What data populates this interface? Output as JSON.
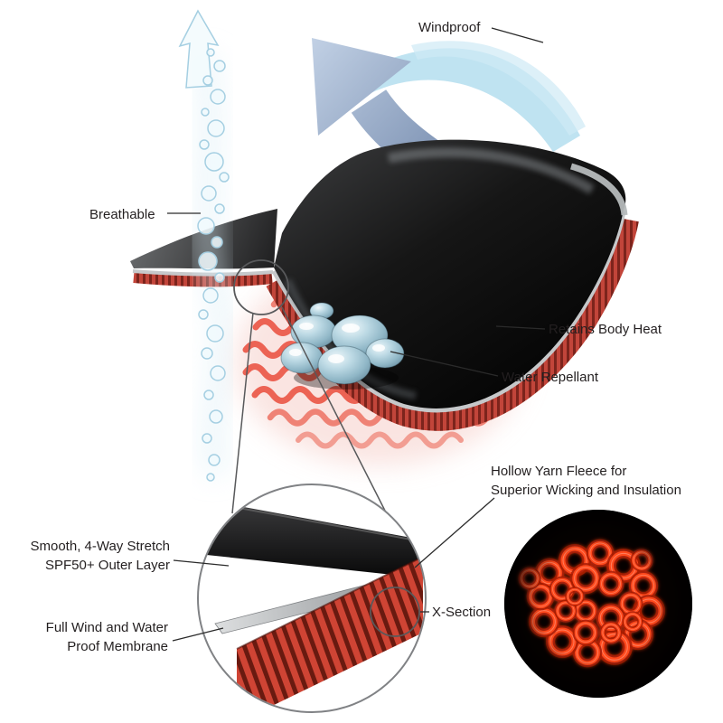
{
  "callouts": {
    "windproof": {
      "text": "Windproof"
    },
    "breathable": {
      "text": "Breathable"
    },
    "retains_body_heat": {
      "text": "Retains Body Heat"
    },
    "water_repellant": {
      "text": "Water Repellant"
    },
    "hollow_yarn": {
      "line1": "Hollow Yarn Fleece for",
      "line2": "Superior Wicking and Insulation"
    },
    "outer_layer": {
      "line1": "Smooth, 4-Way Stretch",
      "line2": "SPF50+ Outer Layer"
    },
    "membrane": {
      "line1": "Full Wind and Water",
      "line2": "Proof Membrane"
    },
    "x_section": {
      "text": "X-Section"
    }
  },
  "colors": {
    "fabric_dark": "#1f1f1f",
    "fabric_red_edge": "#c2453a",
    "membrane_gray": "#c6c8ca",
    "windproof_arrow_blue": "#8aa2c4",
    "wind_swoosh_blue": "#a9d9ec",
    "heat_wave_red": "#ec6354",
    "bubble_blue": "#a5cfe2",
    "droplet_blue": "#8fb6c6",
    "yarn_glow_red": "#ff4a1e",
    "label_color": "#231f20"
  }
}
